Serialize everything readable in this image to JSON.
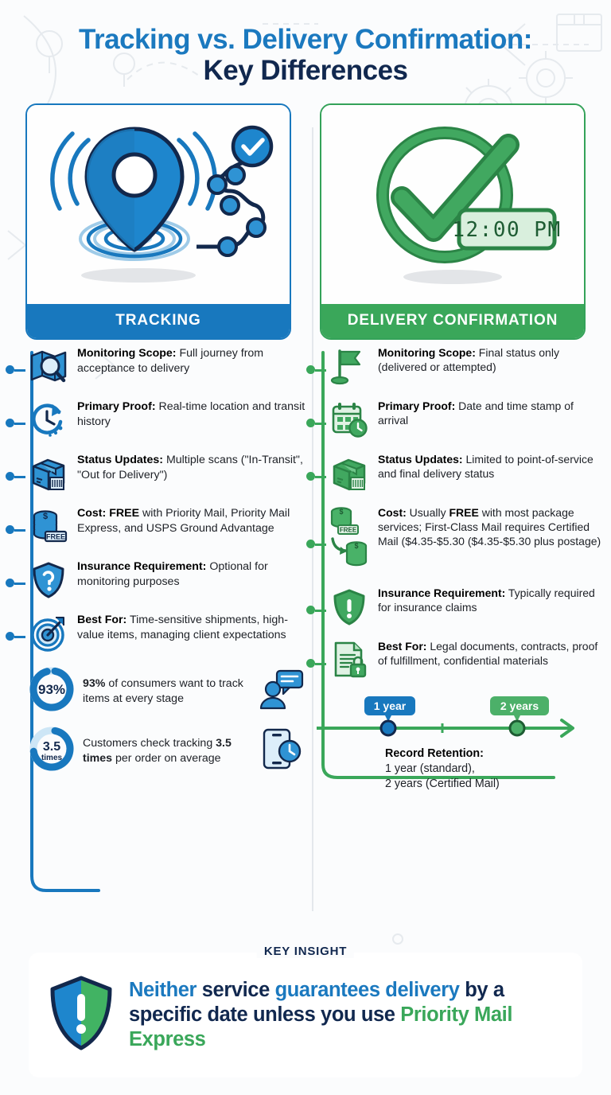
{
  "header": {
    "title_line1": "Tracking vs. Delivery Confirmation:",
    "title_line2": "Key Differences",
    "color_blue": "#1b79bf",
    "color_navy": "#11284f"
  },
  "colors": {
    "blue": "#1878be",
    "blue_light": "#2f93d4",
    "navy": "#11284f",
    "green": "#3aa75a",
    "green_dark": "#2b8446",
    "green_light": "#5cc47a",
    "background": "#fbfcfd"
  },
  "cards": [
    {
      "id": "tracking",
      "band_label": "TRACKING",
      "band_color": "#1878be",
      "icon": "location-pin-tracking-route-icon"
    },
    {
      "id": "delivery-confirmation",
      "band_label": "DELIVERY CONFIRMATION",
      "band_color": "#3aa75a",
      "icon": "green-check-circle-clock-icon",
      "clock_time": "12:00 PM"
    }
  ],
  "left_column": {
    "items": [
      {
        "icon": "map-magnifier-icon",
        "label": "Monitoring Scope:",
        "body": " Full journey from acceptance to delivery"
      },
      {
        "icon": "clock-history-icon",
        "label": "Primary Proof:",
        "body": " Real-time location and transit history"
      },
      {
        "icon": "package-barcode-icon",
        "label": "Status Updates:",
        "body": " Multiple scans (\"In-Transit\", \"Out for Delivery\")"
      },
      {
        "icon": "coins-free-icon",
        "label": "Cost:",
        "body_bold": " FREE",
        "body": " with Priority Mail, Priority Mail Express, and USPS Ground Advantage"
      },
      {
        "icon": "shield-question-icon",
        "label": "Insurance Requirement:",
        "body": " Optional for monitoring purposes"
      },
      {
        "icon": "target-arrow-icon",
        "label": "Best For:",
        "body": " Time-sensitive shipments, high-value items, managing client expectations"
      }
    ],
    "stats": [
      {
        "icon": "donut-chart-93-icon",
        "donut_value": "93%",
        "donut_percent": 93,
        "text_bold": "93%",
        "text": " of consumers want to track items at every stage",
        "side_icon": "person-chat-bubble-icon"
      },
      {
        "icon": "donut-chart-3point5-icon",
        "donut_value": "3.5",
        "donut_unit": "times",
        "donut_percent": 70,
        "text_pre": "Customers check tracking ",
        "text_bold": "3.5 times",
        "text_post": " per order on average",
        "side_icon": "phone-timer-icon"
      }
    ]
  },
  "right_column": {
    "items": [
      {
        "icon": "flag-icon",
        "label": "Monitoring Scope:",
        "body": " Final status only (delivered or attempted)"
      },
      {
        "icon": "calendar-clock-icon",
        "label": "Primary Proof:",
        "body": " Date and time stamp of arrival"
      },
      {
        "icon": "package-barcode-green-icon",
        "label": "Status Updates:",
        "body": " Limited to point-of-service and final delivery status"
      },
      {
        "icon": "coins-free-arrow-icon",
        "label": "Cost:",
        "body_pre": " Usually ",
        "body_bold": "FREE",
        "body": " with most package services; First-Class Mail requires Certified Mail ($4.35-$5.30 ($4.35-$5.30 plus postage)"
      },
      {
        "icon": "shield-exclamation-icon",
        "label": "Insurance Requirement:",
        "body": " Typically required for insurance claims"
      },
      {
        "icon": "document-lock-icon",
        "label": "Best For:",
        "body": " Legal documents, contracts, proof of fulfillment, confidential materials"
      }
    ],
    "retention": {
      "marker_1_label": "1 year",
      "marker_1_color": "#1878be",
      "marker_2_label": "2 years",
      "marker_2_color": "#3aa75a",
      "title": "Record Retention:",
      "line1": "1 year (standard),",
      "line2": "2 years (Certified Mail)"
    }
  },
  "key_insight": {
    "badge": "KEY INSIGHT",
    "icon": "split-shield-exclamation-icon",
    "segments": [
      {
        "text": "Neither ",
        "color": "blue"
      },
      {
        "text": "service ",
        "color": "navy"
      },
      {
        "text": "guarantees delivery ",
        "color": "blue"
      },
      {
        "text": "by a specific date unless you use ",
        "color": "navy"
      },
      {
        "text": "Priority Mail Express",
        "color": "green"
      }
    ]
  }
}
